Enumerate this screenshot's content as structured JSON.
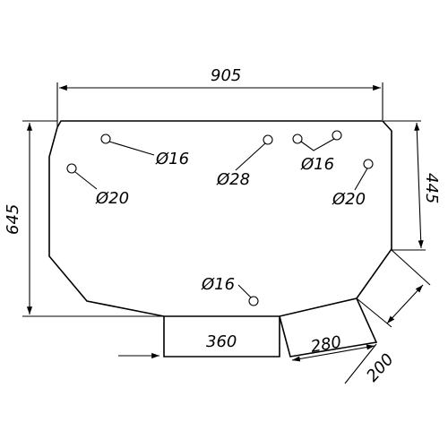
{
  "drawing": {
    "dimensions": {
      "top_width": "905",
      "left_height": "645",
      "right_height": "445",
      "bottom_center": "360",
      "bottom_mid": "280",
      "bottom_right": "200"
    },
    "holes": {
      "top_left": "Ø16",
      "left": "Ø20",
      "center_upper": "Ø28",
      "right_upper": "Ø16",
      "right": "Ø20",
      "bottom_center": "Ø16"
    }
  }
}
